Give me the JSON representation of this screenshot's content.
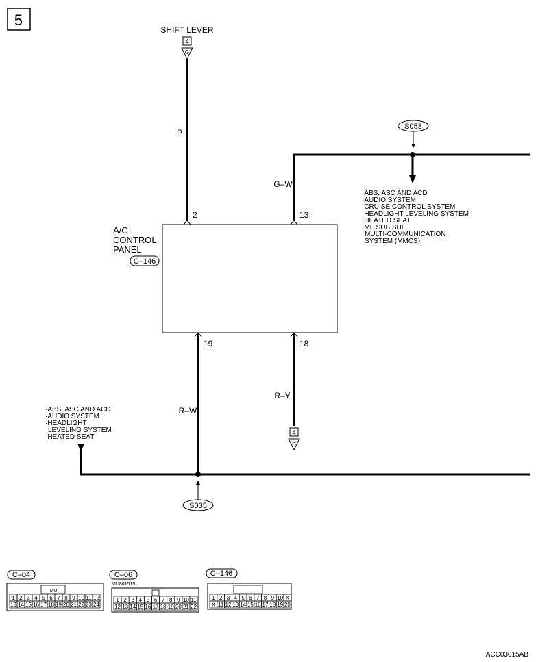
{
  "page_number": "5",
  "shift_lever": {
    "label": "SHIFT LEVER",
    "box": "4",
    "pin": "G"
  },
  "wires": {
    "p": "P",
    "gw": "G–W",
    "rw": "R–W",
    "ry": "R–Y"
  },
  "pins": {
    "p2": "2",
    "p13": "13",
    "p19": "19",
    "p18": "18"
  },
  "panel": {
    "line1": "A/C",
    "line2": "CONTROL",
    "line3": "PANEL",
    "connector": "C–146"
  },
  "splices": {
    "s053": "S053",
    "s035": "S035"
  },
  "right_list": [
    "·ABS, ASC AND ACD",
    "·AUDIO SYSTEM",
    "·CRUISE CONTROL SYSTEM",
    "·HEADLIGHT LEVELING SYSTEM",
    "·HEATED SEAT",
    "·MITSUBISHI",
    "  MULTI-COMMUNICATION",
    "  SYSTEM (MMCS)"
  ],
  "left_list": [
    "·ABS, ASC AND ACD",
    "·AUDIO SYSTEM",
    "·HEADLIGHT",
    "  LEVELING SYSTEM",
    "·HEATED SEAT"
  ],
  "terminal_h": {
    "box": "4",
    "pin": "H"
  },
  "connectors": [
    {
      "id": "C–04",
      "label_inner": "MU",
      "top": [
        "1",
        "2",
        "3",
        "4",
        "5",
        "6",
        "7",
        "8",
        "9",
        "10",
        "11",
        "12"
      ],
      "bottom": [
        "13",
        "14",
        "15",
        "16",
        "17",
        "18",
        "19",
        "20",
        "21",
        "22",
        "23",
        "24"
      ]
    },
    {
      "id": "C–06",
      "part": "MU801515",
      "top": [
        "1",
        "2",
        "3",
        "4",
        "5",
        "6",
        "7",
        "8",
        "9",
        "10",
        "11"
      ],
      "bottom": [
        "12",
        "13",
        "14",
        "15",
        "16",
        "17",
        "18",
        "19",
        "20",
        "21",
        "22"
      ]
    },
    {
      "id": "C–146",
      "top": [
        "1",
        "2",
        "3",
        "4",
        "5",
        "6",
        "7",
        "8",
        "9",
        "10",
        "X"
      ],
      "bottom": [
        "X",
        "11",
        "12",
        "13",
        "14",
        "15",
        "16",
        "17",
        "18",
        "19",
        "20"
      ]
    }
  ],
  "figure_code": "ACC03015AB"
}
